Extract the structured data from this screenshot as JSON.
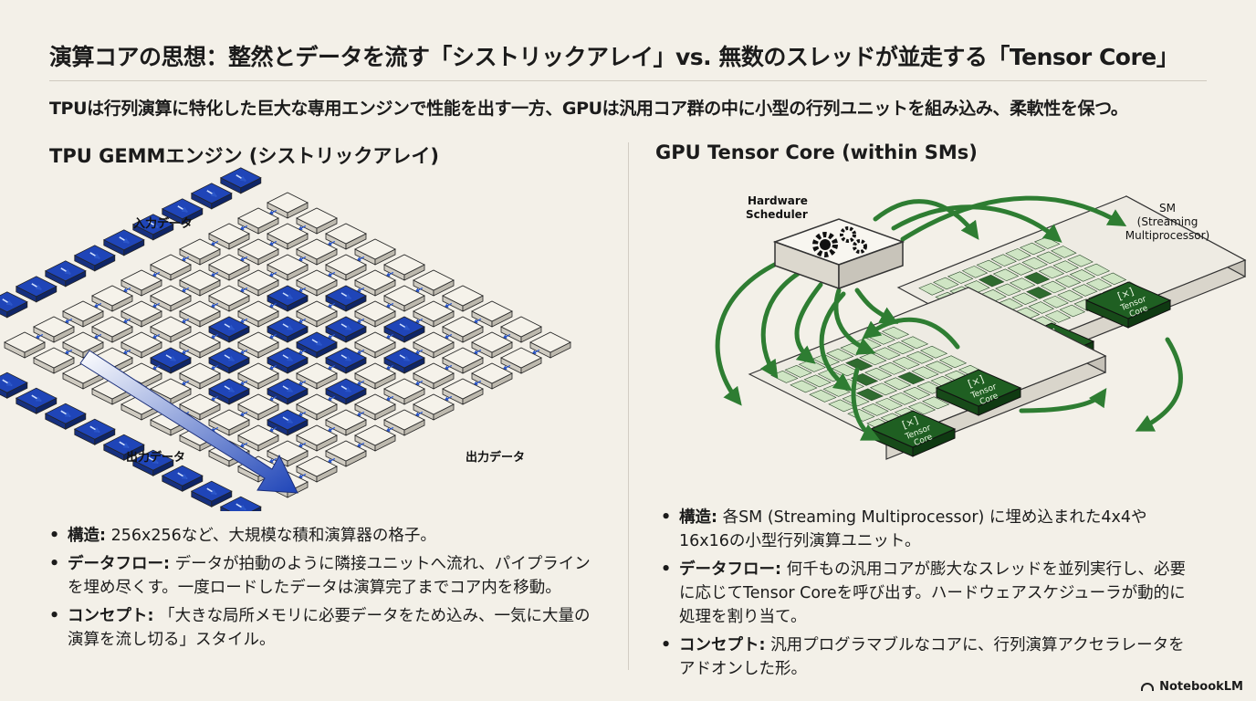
{
  "title": "演算コアの思想：整然とデータを流す「シストリックアレイ」vs. 無数のスレッドが並走する「Tensor Core」",
  "subtitle": "TPUは行列演算に特化した巨大な専用エンジンで性能を出す一方、GPUは汎用コア群の中に小型の行列ユニットを組み込み、柔軟性を保つ。",
  "left": {
    "heading": "TPU GEMMエンジン (シストリックアレイ)",
    "diagram": {
      "input_label": "入力データ",
      "output_label_left": "出力データ",
      "output_label_right": "出力データ"
    },
    "bullets": [
      {
        "term": "構造:",
        "text": " 256x256など、大規模な積和演算器の格子。"
      },
      {
        "term": "データフロー:",
        "text": " データが拍動のように隣接ユニットへ流れ、パイプラインを埋め尽くす。一度ロードしたデータは演算完了までコア内を移動。"
      },
      {
        "term": "コンセプト:",
        "text": " 「大きな局所メモリに必要データをため込み、一気に大量の演算を流し切る」スタイル。"
      }
    ]
  },
  "right": {
    "heading": "GPU Tensor Core (within SMs)",
    "diagram": {
      "scheduler_label_1": "Hardware",
      "scheduler_label_2": "Scheduler",
      "sm_label_1": "SM",
      "sm_label_2": "(Streaming",
      "sm_label_3": "Multiprocessor)",
      "tc_symbol": "[×]",
      "tc_label_1": "Tensor",
      "tc_label_2": "Core"
    },
    "bullets": [
      {
        "term": "構造:",
        "text": " 各SM (Streaming Multiprocessor) に埋め込まれた4x4や16x16の小型行列演算ユニット。"
      },
      {
        "term": "データフロー:",
        "text": " 何千もの汎用コアが膨大なスレッドを並列実行し、必要に応じてTensor Coreを呼び出す。ハードウェアスケジューラが動的に処理を割り当て。"
      },
      {
        "term": "コンセプト:",
        "text": " 汎用プログラマブルなコアに、行列演算アクセラレータをアドオンした形。"
      }
    ]
  },
  "brand": "NotebookLM",
  "colors": {
    "background": "#f3f0e8",
    "tpu_blue": "#1f45b8",
    "tile_white": "#f5f2ea",
    "gpu_green": "#2e7d32",
    "gpu_dark_green": "#1f5f22",
    "gpu_light_green": "#cfe5c4"
  }
}
